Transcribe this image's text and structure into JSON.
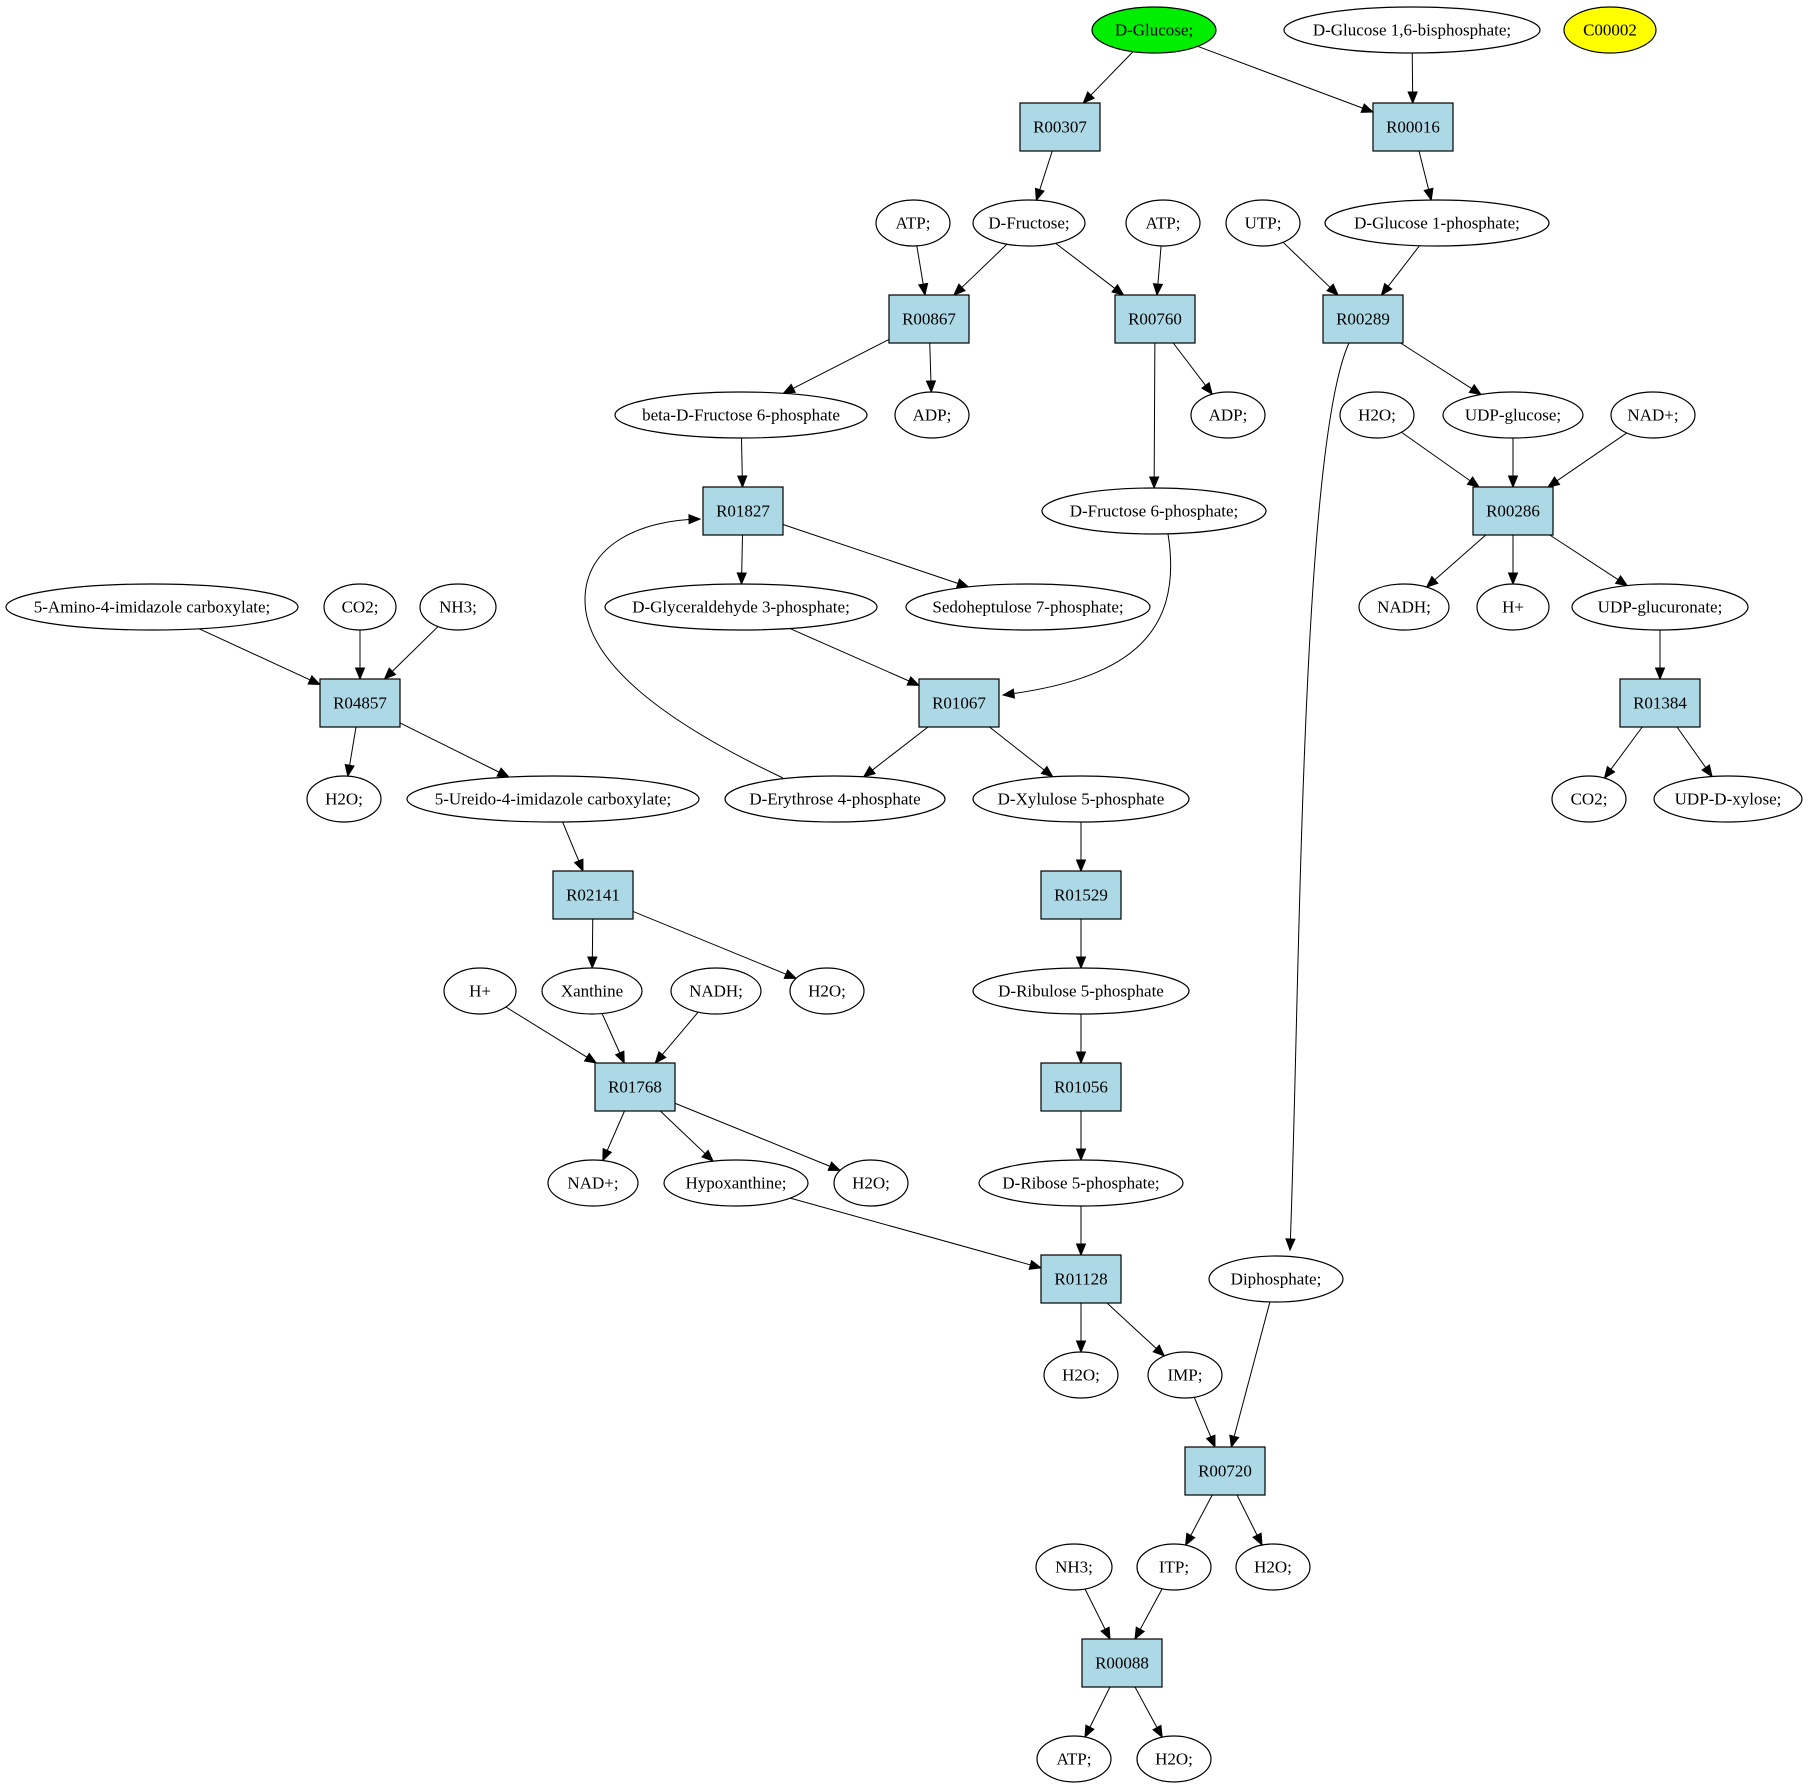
{
  "colors": {
    "compound_fill": "#ffffff",
    "reaction_fill": "#add8e6",
    "start_fill": "#00ee00",
    "highlight_fill": "#ffff00",
    "stroke": "#000000",
    "edge": "#000000"
  },
  "nodes": [
    {
      "id": "glc",
      "kind": "compound",
      "label": "D-Glucose;",
      "style": "start"
    },
    {
      "id": "g16bp",
      "kind": "compound",
      "label": "D-Glucose 1,6-bisphosphate;"
    },
    {
      "id": "c00002",
      "kind": "compound",
      "label": "C00002",
      "style": "highlight"
    },
    {
      "id": "r00307",
      "kind": "reaction",
      "label": "R00307"
    },
    {
      "id": "r00016",
      "kind": "reaction",
      "label": "R00016"
    },
    {
      "id": "atp1",
      "kind": "compound",
      "label": "ATP;"
    },
    {
      "id": "fru",
      "kind": "compound",
      "label": "D-Fructose;"
    },
    {
      "id": "atp2",
      "kind": "compound",
      "label": "ATP;"
    },
    {
      "id": "utp",
      "kind": "compound",
      "label": "UTP;"
    },
    {
      "id": "g1p",
      "kind": "compound",
      "label": "D-Glucose 1-phosphate;"
    },
    {
      "id": "r00867",
      "kind": "reaction",
      "label": "R00867"
    },
    {
      "id": "r00760",
      "kind": "reaction",
      "label": "R00760"
    },
    {
      "id": "r00289",
      "kind": "reaction",
      "label": "R00289"
    },
    {
      "id": "bf6p",
      "kind": "compound",
      "label": "beta-D-Fructose 6-phosphate"
    },
    {
      "id": "adp1",
      "kind": "compound",
      "label": "ADP;"
    },
    {
      "id": "adp2",
      "kind": "compound",
      "label": "ADP;"
    },
    {
      "id": "h2o_a",
      "kind": "compound",
      "label": "H2O;"
    },
    {
      "id": "udpglc",
      "kind": "compound",
      "label": "UDP-glucose;"
    },
    {
      "id": "nadp_a",
      "kind": "compound",
      "label": "NAD+;"
    },
    {
      "id": "r01827",
      "kind": "reaction",
      "label": "R01827"
    },
    {
      "id": "f6p",
      "kind": "compound",
      "label": "D-Fructose 6-phosphate;"
    },
    {
      "id": "r00286",
      "kind": "reaction",
      "label": "R00286"
    },
    {
      "id": "aica",
      "kind": "compound",
      "label": "5-Amino-4-imidazole carboxylate;"
    },
    {
      "id": "co2_a",
      "kind": "compound",
      "label": "CO2;"
    },
    {
      "id": "nh3_a",
      "kind": "compound",
      "label": "NH3;"
    },
    {
      "id": "g3p",
      "kind": "compound",
      "label": "D-Glyceraldehyde 3-phosphate;"
    },
    {
      "id": "s7p",
      "kind": "compound",
      "label": "Sedoheptulose 7-phosphate;"
    },
    {
      "id": "nadh_a",
      "kind": "compound",
      "label": "NADH;"
    },
    {
      "id": "hp_a",
      "kind": "compound",
      "label": "H+"
    },
    {
      "id": "udpglcA",
      "kind": "compound",
      "label": "UDP-glucuronate;"
    },
    {
      "id": "r04857",
      "kind": "reaction",
      "label": "R04857"
    },
    {
      "id": "r01067",
      "kind": "reaction",
      "label": "R01067"
    },
    {
      "id": "r01384",
      "kind": "reaction",
      "label": "R01384"
    },
    {
      "id": "h2o_b",
      "kind": "compound",
      "label": "H2O;"
    },
    {
      "id": "uica",
      "kind": "compound",
      "label": "5-Ureido-4-imidazole carboxylate;"
    },
    {
      "id": "e4p",
      "kind": "compound",
      "label": "D-Erythrose 4-phosphate"
    },
    {
      "id": "x5p",
      "kind": "compound",
      "label": "D-Xylulose 5-phosphate"
    },
    {
      "id": "co2_b",
      "kind": "compound",
      "label": "CO2;"
    },
    {
      "id": "udpxyl",
      "kind": "compound",
      "label": "UDP-D-xylose;"
    },
    {
      "id": "r02141",
      "kind": "reaction",
      "label": "R02141"
    },
    {
      "id": "r01529",
      "kind": "reaction",
      "label": "R01529"
    },
    {
      "id": "hp_b",
      "kind": "compound",
      "label": "H+"
    },
    {
      "id": "xan",
      "kind": "compound",
      "label": "Xanthine"
    },
    {
      "id": "nadh_b",
      "kind": "compound",
      "label": "NADH;"
    },
    {
      "id": "h2o_c",
      "kind": "compound",
      "label": "H2O;"
    },
    {
      "id": "ru5p",
      "kind": "compound",
      "label": "D-Ribulose 5-phosphate"
    },
    {
      "id": "r01768",
      "kind": "reaction",
      "label": "R01768"
    },
    {
      "id": "r01056",
      "kind": "reaction",
      "label": "R01056"
    },
    {
      "id": "nadp_b",
      "kind": "compound",
      "label": "NAD+;"
    },
    {
      "id": "hyp",
      "kind": "compound",
      "label": "Hypoxanthine;"
    },
    {
      "id": "h2o_d",
      "kind": "compound",
      "label": "H2O;"
    },
    {
      "id": "r5p",
      "kind": "compound",
      "label": "D-Ribose 5-phosphate;"
    },
    {
      "id": "ppi",
      "kind": "compound",
      "label": "Diphosphate;"
    },
    {
      "id": "r01128",
      "kind": "reaction",
      "label": "R01128"
    },
    {
      "id": "h2o_e",
      "kind": "compound",
      "label": "H2O;"
    },
    {
      "id": "imp",
      "kind": "compound",
      "label": "IMP;"
    },
    {
      "id": "r00720",
      "kind": "reaction",
      "label": "R00720"
    },
    {
      "id": "nh3_b",
      "kind": "compound",
      "label": "NH3;"
    },
    {
      "id": "itp",
      "kind": "compound",
      "label": "ITP;"
    },
    {
      "id": "h2o_f",
      "kind": "compound",
      "label": "H2O;"
    },
    {
      "id": "r00088",
      "kind": "reaction",
      "label": "R00088"
    },
    {
      "id": "atp3",
      "kind": "compound",
      "label": "ATP;"
    },
    {
      "id": "h2o_g",
      "kind": "compound",
      "label": "H2O;"
    }
  ],
  "edges": [
    [
      "glc",
      "r00307"
    ],
    [
      "glc",
      "r00016"
    ],
    [
      "g16bp",
      "r00016"
    ],
    [
      "r00307",
      "fru"
    ],
    [
      "r00016",
      "g1p"
    ],
    [
      "atp1",
      "r00867"
    ],
    [
      "fru",
      "r00867"
    ],
    [
      "fru",
      "r00760"
    ],
    [
      "atp2",
      "r00760"
    ],
    [
      "utp",
      "r00289"
    ],
    [
      "g1p",
      "r00289"
    ],
    [
      "r00867",
      "bf6p"
    ],
    [
      "r00867",
      "adp1"
    ],
    [
      "r00760",
      "adp2"
    ],
    [
      "r00760",
      "f6p"
    ],
    [
      "r00289",
      "udpglc"
    ],
    [
      "r00289",
      "ppi"
    ],
    [
      "h2o_a",
      "r00286"
    ],
    [
      "udpglc",
      "r00286"
    ],
    [
      "nadp_a",
      "r00286"
    ],
    [
      "r00286",
      "nadh_a"
    ],
    [
      "r00286",
      "hp_a"
    ],
    [
      "r00286",
      "udpglcA"
    ],
    [
      "udpglcA",
      "r01384"
    ],
    [
      "r01384",
      "co2_b"
    ],
    [
      "r01384",
      "udpxyl"
    ],
    [
      "bf6p",
      "r01827"
    ],
    [
      "r01827",
      "g3p"
    ],
    [
      "r01827",
      "s7p"
    ],
    [
      "g3p",
      "r01067"
    ],
    [
      "f6p",
      "r01067"
    ],
    [
      "r01067",
      "e4p"
    ],
    [
      "r01067",
      "x5p"
    ],
    [
      "e4p",
      "r01827"
    ],
    [
      "aica",
      "r04857"
    ],
    [
      "co2_a",
      "r04857"
    ],
    [
      "nh3_a",
      "r04857"
    ],
    [
      "r04857",
      "h2o_b"
    ],
    [
      "r04857",
      "uica"
    ],
    [
      "uica",
      "r02141"
    ],
    [
      "r02141",
      "xan"
    ],
    [
      "r02141",
      "h2o_c"
    ],
    [
      "hp_b",
      "r01768"
    ],
    [
      "xan",
      "r01768"
    ],
    [
      "nadh_b",
      "r01768"
    ],
    [
      "r01768",
      "nadp_b"
    ],
    [
      "r01768",
      "hyp"
    ],
    [
      "r01768",
      "h2o_d"
    ],
    [
      "x5p",
      "r01529"
    ],
    [
      "r01529",
      "ru5p"
    ],
    [
      "ru5p",
      "r01056"
    ],
    [
      "r01056",
      "r5p"
    ],
    [
      "r5p",
      "r01128"
    ],
    [
      "hyp",
      "r01128"
    ],
    [
      "r01128",
      "h2o_e"
    ],
    [
      "r01128",
      "imp"
    ],
    [
      "imp",
      "r00720"
    ],
    [
      "ppi",
      "r00720"
    ],
    [
      "r00720",
      "itp"
    ],
    [
      "r00720",
      "h2o_f"
    ],
    [
      "nh3_b",
      "r00088"
    ],
    [
      "itp",
      "r00088"
    ],
    [
      "r00088",
      "atp3"
    ],
    [
      "r00088",
      "h2o_g"
    ]
  ]
}
